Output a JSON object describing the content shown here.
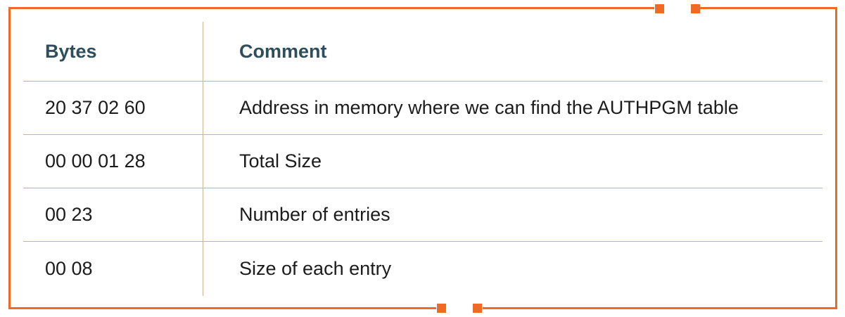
{
  "table": {
    "headers": {
      "bytes": "Bytes",
      "comment": "Comment"
    },
    "rows": [
      {
        "bytes": "20 37 02 60",
        "comment": "Address in memory where we can find the AUTHPGM table"
      },
      {
        "bytes": "00 00 01 28",
        "comment": "Total Size"
      },
      {
        "bytes": "00 23",
        "comment": "Number of entries"
      },
      {
        "bytes": "00 08",
        "comment": "Size of each entry"
      }
    ]
  },
  "colors": {
    "frame_accent": "#ee6a25",
    "header_text": "#2e4e5c",
    "body_text": "#1c1c1c",
    "divider": "#c9b48e"
  }
}
